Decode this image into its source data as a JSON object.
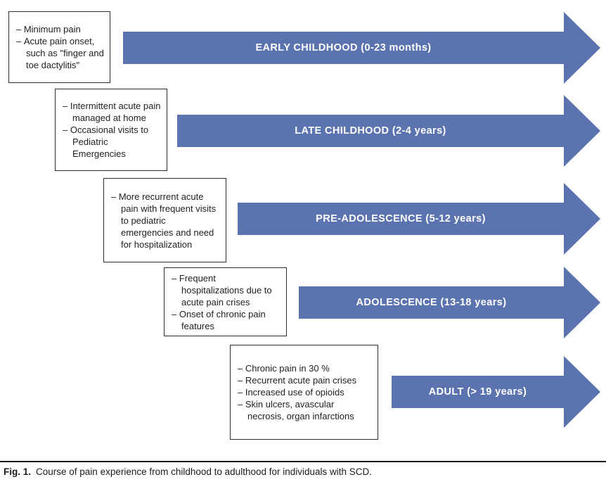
{
  "figure": {
    "arrow_color": "#5b73ae",
    "caption_label": "Fig. 1.",
    "caption_text": "Course of pain experience from childhood to adulthood for individuals with SCD.",
    "stages": [
      {
        "label": "EARLY CHILDHOOD (0-23 months)",
        "notes": [
          "Minimum pain",
          "Acute pain onset, such as \"finger and toe dactylitis\""
        ]
      },
      {
        "label": "LATE CHILDHOOD (2-4 years)",
        "notes": [
          "Intermittent acute pain managed at home",
          "Occasional visits to Pediatric Emergencies"
        ]
      },
      {
        "label": "PRE-ADOLESCENCE (5-12 years)",
        "notes": [
          "More recurrent acute pain with frequent visits to pediatric emergencies and need for hospitalization"
        ]
      },
      {
        "label": "ADOLESCENCE (13-18 years)",
        "notes": [
          "Frequent hospitalizations due to acute pain crises",
          "Onset of chronic pain features"
        ]
      },
      {
        "label": "ADULT (> 19 years)",
        "notes": [
          "Chronic pain in 30 %",
          "Recurrent acute pain crises",
          "Increased use of opioids",
          "Skin ulcers, avascular necrosis, organ infarctions"
        ]
      }
    ]
  }
}
